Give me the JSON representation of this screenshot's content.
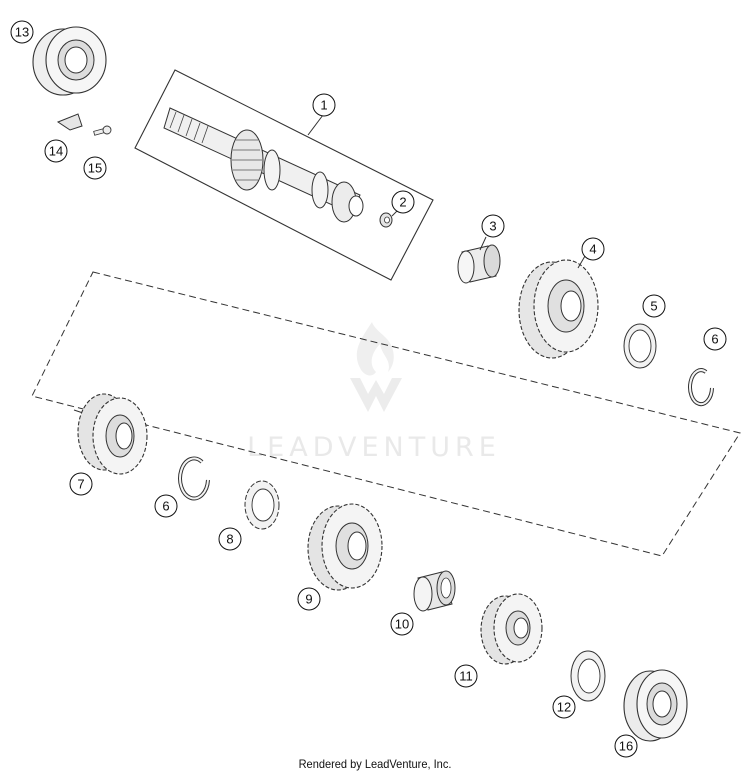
{
  "watermark": {
    "text": "LEADVENTURE"
  },
  "footer": {
    "text": "Rendered by LeadVenture, Inc."
  },
  "callouts": [
    "1",
    "2",
    "3",
    "4",
    "5",
    "6",
    "6",
    "7",
    "8",
    "9",
    "10",
    "11",
    "12",
    "13",
    "14",
    "15",
    "16"
  ],
  "colors": {
    "line": "#222222",
    "part_fill": "#f3f3f3",
    "part_shade": "#d6d6d6",
    "watermark": "#e6e6e6"
  }
}
